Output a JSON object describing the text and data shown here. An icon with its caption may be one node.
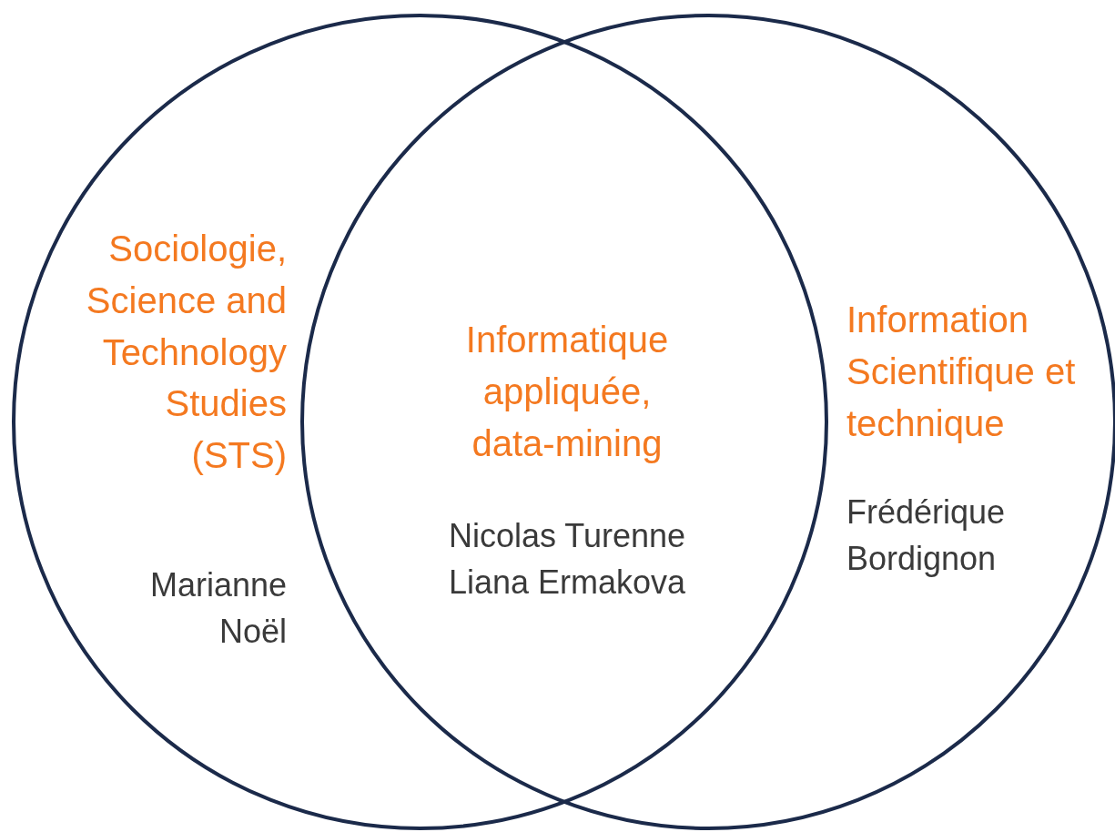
{
  "diagram": {
    "nodes": [
      {
        "text": [
          "Sociologie, Science and Technology Studies (STS)",
          "Marianne Noël"
        ]
      },
      {
        "text": [
          "Information Scientifique et technique",
          "Frédérique Bordignon"
        ]
      }
    ],
    "labels": [
      "Informatique appliquée, data-mining",
      "Nicolas Turenne Liana Ermakova"
    ]
  }
}
